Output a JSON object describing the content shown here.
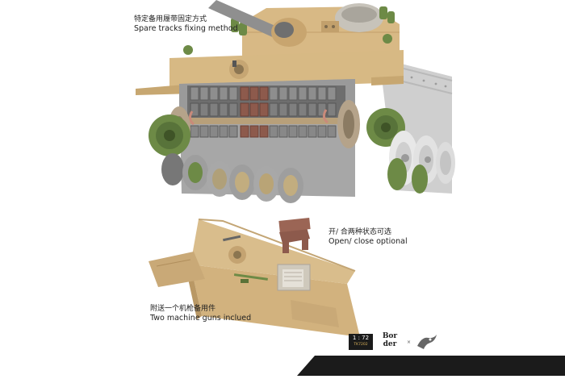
{
  "captions": {
    "spare_tracks_cn": "特定备用履带固定方式",
    "spare_tracks_en": "Spare tracks fixing method",
    "open_close_cn": "开/ 合两种状态可选",
    "open_close_en": "Open/ close optional",
    "machine_guns_cn": "附送一个机枪备用件",
    "machine_guns_en": "Two machine guns inclued"
  },
  "branding": {
    "scale": "1 : 72",
    "code": "TK7202",
    "logo_text_top": "Bor",
    "logo_text_bottom": "der",
    "cross": "×"
  },
  "colors": {
    "hull_sand": "#d2b27e",
    "hull_shadow": "#a88a5c",
    "hull_grey": "#9a9a9a",
    "track_grey": "#8e8e8e",
    "track_dark": "#5d5d5d",
    "track_red": "#8d5a4c",
    "wheel_grey": "#bdbdbd",
    "wheel_green": "#6d8a46",
    "wheel_light": "#ededed",
    "hull_side_grey": "#cfcfcf"
  }
}
